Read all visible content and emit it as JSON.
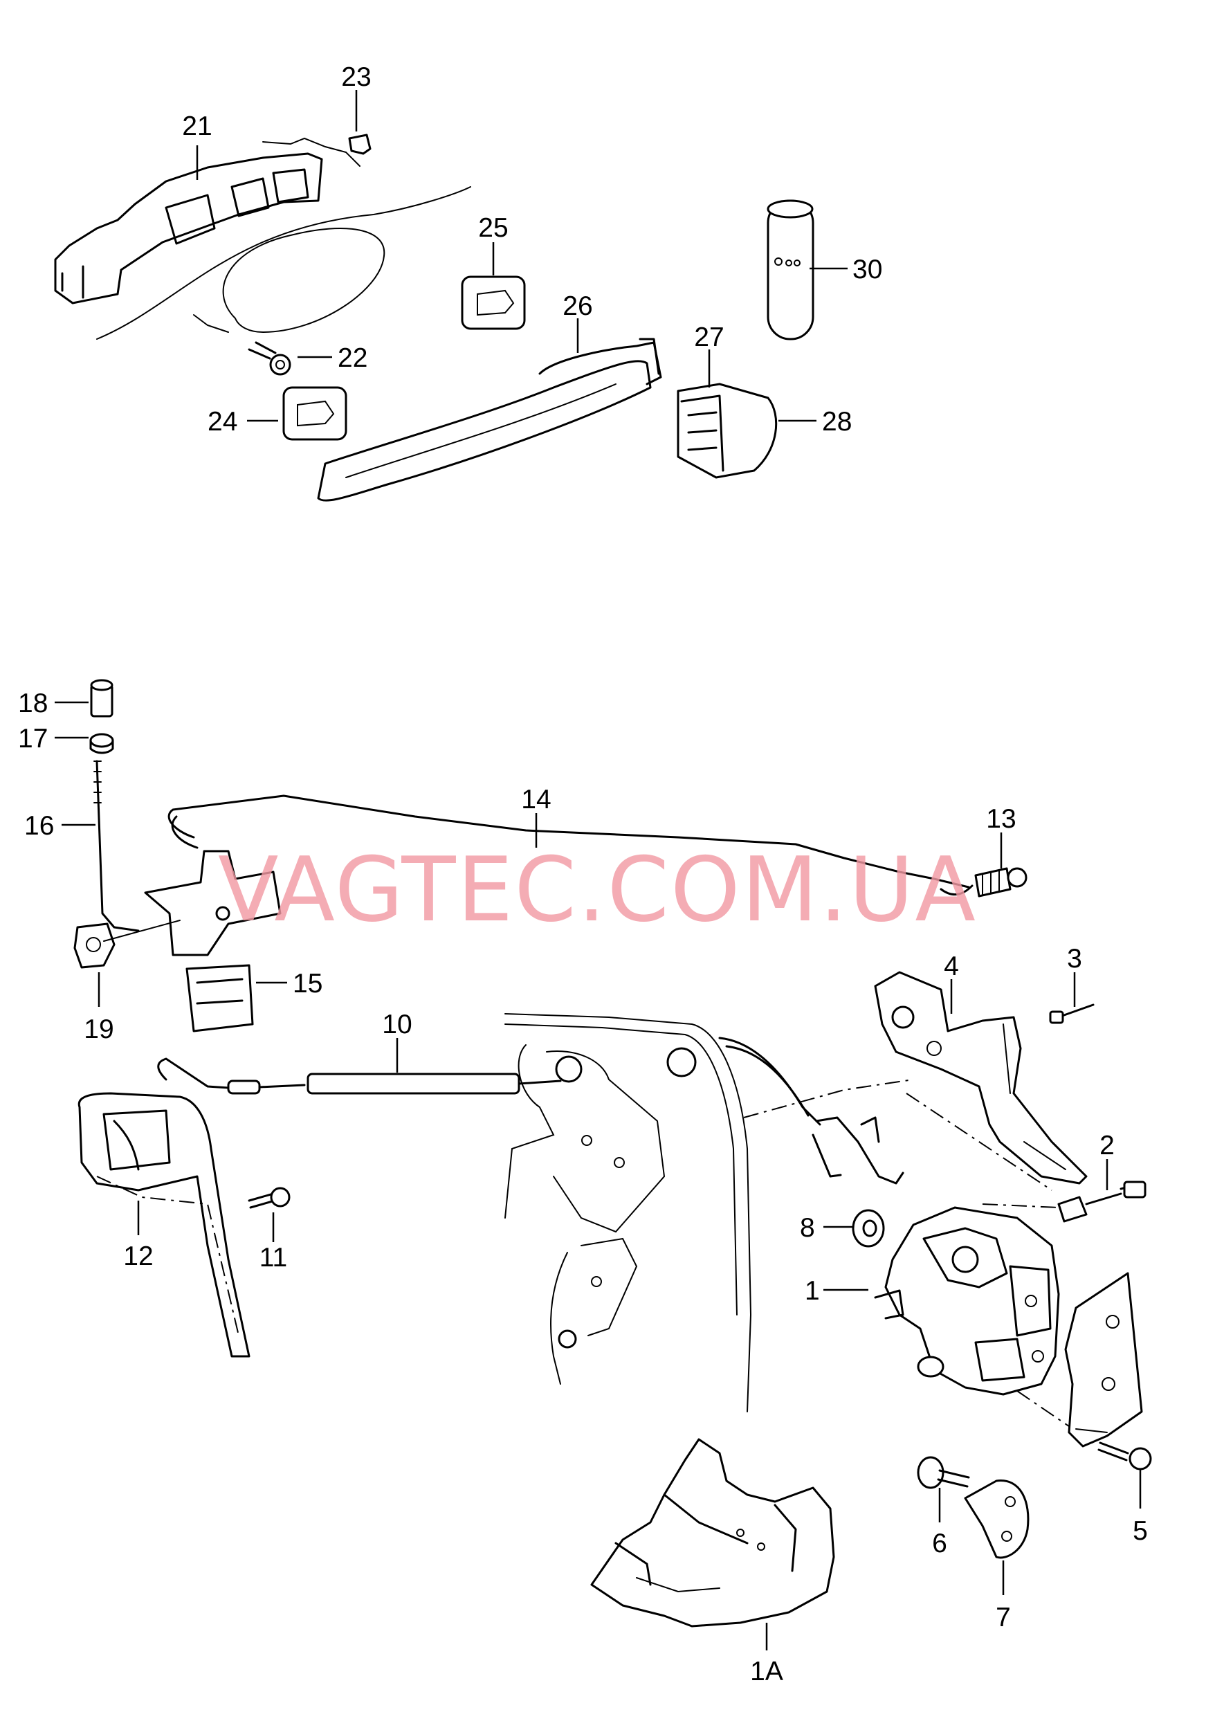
{
  "watermark": "VAGTEC.COM.UA",
  "callouts": {
    "p1": "1",
    "p1a": "1A",
    "p2": "2",
    "p3": "3",
    "p4": "4",
    "p5": "5",
    "p6": "6",
    "p7": "7",
    "p8": "8",
    "p10": "10",
    "p11": "11",
    "p12": "12",
    "p13": "13",
    "p14": "14",
    "p15": "15",
    "p16": "16",
    "p17": "17",
    "p18": "18",
    "p19": "19",
    "p21": "21",
    "p22": "22",
    "p23": "23",
    "p24": "24",
    "p25": "25",
    "p26": "26",
    "p27": "27",
    "p28": "28",
    "p30": "30"
  }
}
